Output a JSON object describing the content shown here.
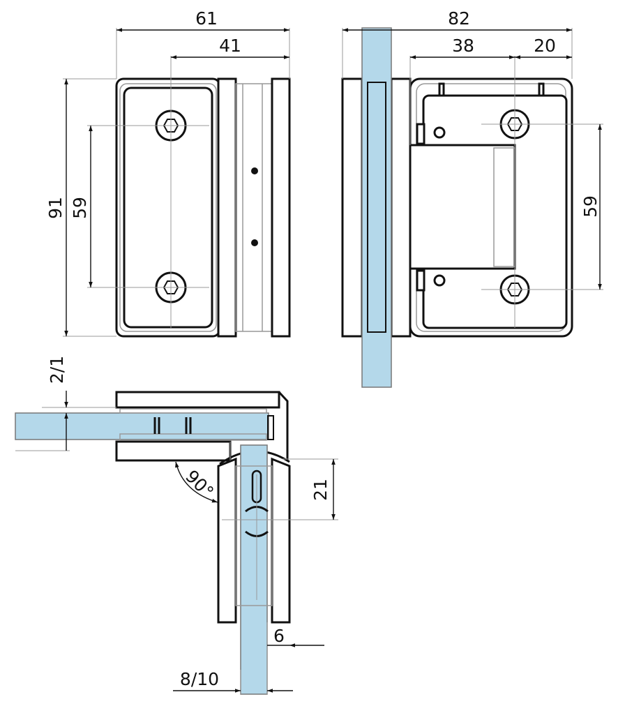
{
  "colors": {
    "glass": "#b4d8ea",
    "outline": "#111111",
    "hidden_line": "#999999"
  },
  "front_view": {
    "width_overall": "61",
    "width_hole": "41",
    "height_overall": "91",
    "hole_spacing": "59"
  },
  "side_view": {
    "width_overall": "82",
    "width_body": "38",
    "width_edge": "20",
    "hole_spacing": "59"
  },
  "top_view": {
    "offset": "2/1",
    "angle": "90°",
    "pivot": "21",
    "gap": "6",
    "glass_thickness": "8/10"
  }
}
